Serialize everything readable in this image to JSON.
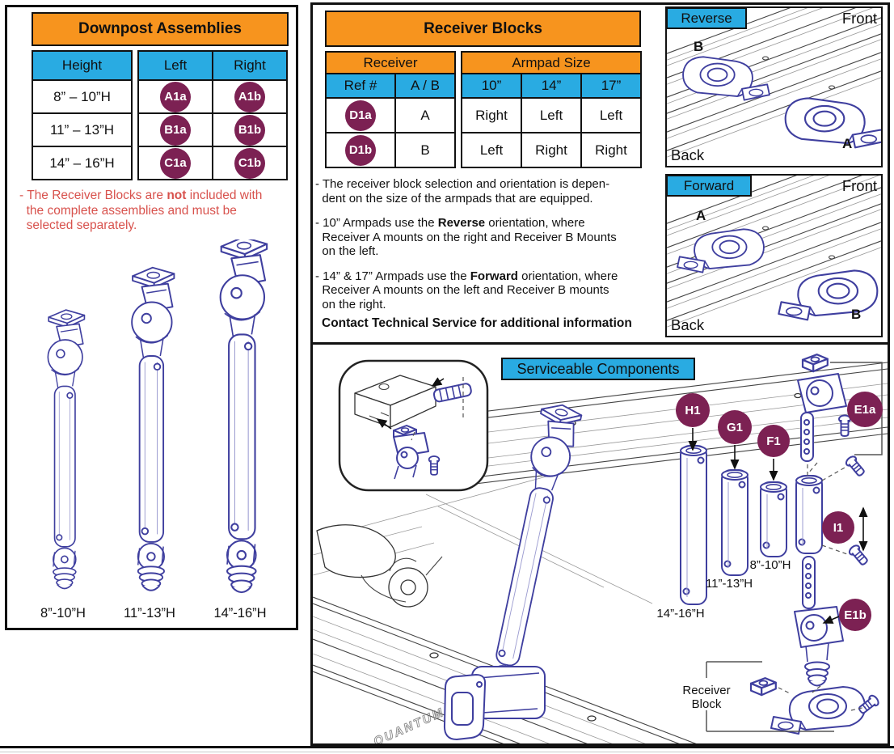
{
  "colors": {
    "orange": "#F7941E",
    "blue": "#29ABE2",
    "maroon": "#7C2153",
    "red": "#D8524D",
    "lineart": "#3f3f9f"
  },
  "left_panel": {
    "title": "Downpost Assemblies",
    "col_height": "Height",
    "col_left": "Left",
    "col_right": "Right",
    "rows": [
      {
        "height": "8” – 10”H",
        "left": "A1a",
        "right": "A1b"
      },
      {
        "height": "11” – 13”H",
        "left": "B1a",
        "right": "B1b"
      },
      {
        "height": "14” – 16”H",
        "left": "C1a",
        "right": "C1b"
      }
    ],
    "note_lines": [
      [
        "- The Receiver Blocks are ",
        {
          "b": "not"
        },
        " included with"
      ],
      [
        "  the complete assemblies and must be"
      ],
      [
        "  selected separately."
      ]
    ],
    "figure_labels": [
      "8”-10”H",
      "11”-13”H",
      "14”-16”H"
    ]
  },
  "receiver_panel": {
    "title": "Receiver Blocks",
    "group_receiver": "Receiver",
    "group_armpad": "Armpad Size",
    "col_ref": "Ref #",
    "col_ab": "A / B",
    "col_10": "10”",
    "col_14": "14”",
    "col_17": "17”",
    "rows": [
      {
        "ref": "D1a",
        "ab": "A",
        "c10": "Right",
        "c14": "Left",
        "c17": "Left"
      },
      {
        "ref": "D1b",
        "ab": "B",
        "c10": "Left",
        "c14": "Right",
        "c17": "Right"
      }
    ],
    "note1_lines": [
      [
        "- The receiver block selection and orientation is depen-"
      ],
      [
        "  dent on the size of the armpads that are equipped."
      ]
    ],
    "note2_lines": [
      [
        "- 10” Armpads use the ",
        {
          "b": "Reverse"
        },
        " orientation, where"
      ],
      [
        "  Receiver A mounts on the right and Receiver B Mounts"
      ],
      [
        "  on the left."
      ]
    ],
    "note3_lines": [
      [
        "- 14” & 17” Armpads use the ",
        {
          "b": "Forward"
        },
        " orientation, where"
      ],
      [
        "  Receiver A mounts on the left and Receiver B mounts"
      ],
      [
        "  on the right."
      ]
    ],
    "contact": "Contact Technical Service for additional information"
  },
  "orientation_panels": [
    {
      "title": "Reverse",
      "front": "Front",
      "back": "Back",
      "upper": "B",
      "lower": "A"
    },
    {
      "title": "Forward",
      "front": "Front",
      "back": "Back",
      "upper": "A",
      "lower": "B"
    }
  ],
  "serviceable": {
    "title": "Serviceable Components",
    "badge_h1": "H1",
    "badge_g1": "G1",
    "badge_f1": "F1",
    "badge_e1a": "E1a",
    "badge_i1": "I1",
    "badge_e1b": "E1b",
    "label_14_16": "14”-16”H",
    "label_11_13": "11”-13”H",
    "label_8_10": "8”-10”H",
    "receiver_block_line1": "Receiver",
    "receiver_block_line2": "Block",
    "brand": "QUANTUM"
  }
}
